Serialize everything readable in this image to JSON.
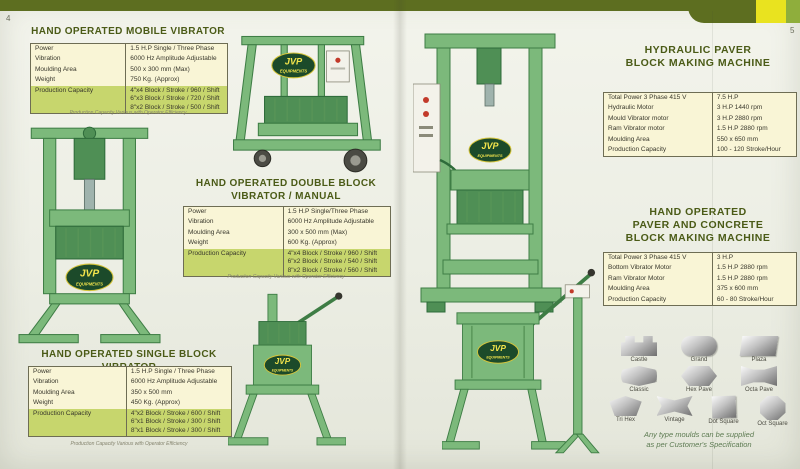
{
  "page": {
    "left_page_number": "4",
    "right_page_number": "5"
  },
  "brand": {
    "name": "JVP",
    "subtitle": "EQUIPMENTS"
  },
  "footnote": "Production Capacity Various with Operator Efficiency",
  "colors": {
    "top_bar_olive": "#5d6e20",
    "accent_yellow": "#e9e31f",
    "accent_green": "#8fae3c",
    "table_cream": "#f9f5d6",
    "table_capacity_green": "#c7d66d",
    "title_olive": "#4b5b17",
    "machine_green": "#7cb97b"
  },
  "mobile": {
    "title": "HAND OPERATED MOBILE VIBRATOR",
    "rows": [
      {
        "label": "Power",
        "value": "1.5 H.P Single / Three Phase"
      },
      {
        "label": "Vibration",
        "value": "6000 Hz Amplitude Adjustable"
      },
      {
        "label": "Moulding Area",
        "value": "500 x 300 mm (Max)"
      },
      {
        "label": "Weight",
        "value": "750 Kg. (Approx)"
      }
    ],
    "capacity_label": "Production Capacity",
    "capacity": [
      "4\"x4 Block / Stroke / 960 / Shift",
      "6\"x3 Block / Stroke / 720 / Shift",
      "8\"x2 Block / Stroke / 500 / Shift"
    ]
  },
  "double": {
    "title_line1": "HAND OPERATED DOUBLE BLOCK",
    "title_line2": "VIBRATOR / MANUAL",
    "rows": [
      {
        "label": "Power",
        "value": "1.5 H.P Single/Three Phase"
      },
      {
        "label": "Vibration",
        "value": "6000 Hz Amplitude Adjustable"
      },
      {
        "label": "Moulding Area",
        "value": "300 x 500 mm (Max)"
      },
      {
        "label": "Weight",
        "value": "600 Kg. (Approx)"
      }
    ],
    "capacity_label": "Production Capacity",
    "capacity": [
      "4\"x4 Block / Stroke / 960 / Shift",
      "6\"x2 Block / Stroke / 540 / Shift",
      "8\"x2 Block / Stroke / 560 / Shift"
    ]
  },
  "single": {
    "title": "HAND OPERATED SINGLE BLOCK VIBRATOR",
    "rows": [
      {
        "label": "Power",
        "value": "1.5 H.P Single / Three Phase"
      },
      {
        "label": "Vibration",
        "value": "6000 Hz Amplitude Adjustable"
      },
      {
        "label": "Moulding Area",
        "value": "350 x 500 mm"
      },
      {
        "label": "Weight",
        "value": "450 Kg. (Approx)"
      }
    ],
    "capacity_label": "Production Capacity",
    "capacity": [
      "4\"x2 Block / Stroke / 600 / Shift",
      "6\"x1 Block / Stroke / 300 / Shift",
      "8\"x1 Block / Stroke / 300 / Shift"
    ]
  },
  "hydraulic": {
    "title_line1": "HYDRAULIC PAVER",
    "title_line2": "BLOCK MAKING MACHINE",
    "rows": [
      {
        "label": "Total Power 3 Phase 415 V",
        "value": "7.5 H.P"
      },
      {
        "label": "Hydraulic Motor",
        "value": "3 H.P  1440 rpm"
      },
      {
        "label": "Mould Vibrator motor",
        "value": "3 H.P  2880 rpm"
      },
      {
        "label": "Ram Vibrator motor",
        "value": "1.5 H.P 2880 rpm"
      },
      {
        "label": "Moulding Area",
        "value": "550 x 650 mm"
      },
      {
        "label": "Production Capacity",
        "value": "100 - 120 Stroke/Hour"
      }
    ]
  },
  "paver": {
    "title_line1": "HAND OPERATED",
    "title_line2": "PAVER AND CONCRETE",
    "title_line3": "BLOCK MAKING MACHINE",
    "rows": [
      {
        "label": "Total Power 3 Phase 415 V",
        "value": "3 H.P"
      },
      {
        "label": "Bottom Vibrator Motor",
        "value": "1.5 H.P 2880 rpm"
      },
      {
        "label": "Ram Vibrator Motor",
        "value": "1.5 H.P 2880 rpm"
      },
      {
        "label": "Moulding Area",
        "value": "375 x 600 mm"
      },
      {
        "label": "Production Capacity",
        "value": "60 - 80 Stroke/Hour"
      }
    ]
  },
  "moulds": {
    "items": [
      "Castle",
      "Grand",
      "Plaza",
      "Classic",
      "Hex Pave",
      "Octa Pave",
      "Tri Hex",
      "Vintage",
      "Dot Square",
      "Oct Square"
    ],
    "note_line1": "Any type moulds can be supplied",
    "note_line2": "as per Customer's Specification"
  }
}
